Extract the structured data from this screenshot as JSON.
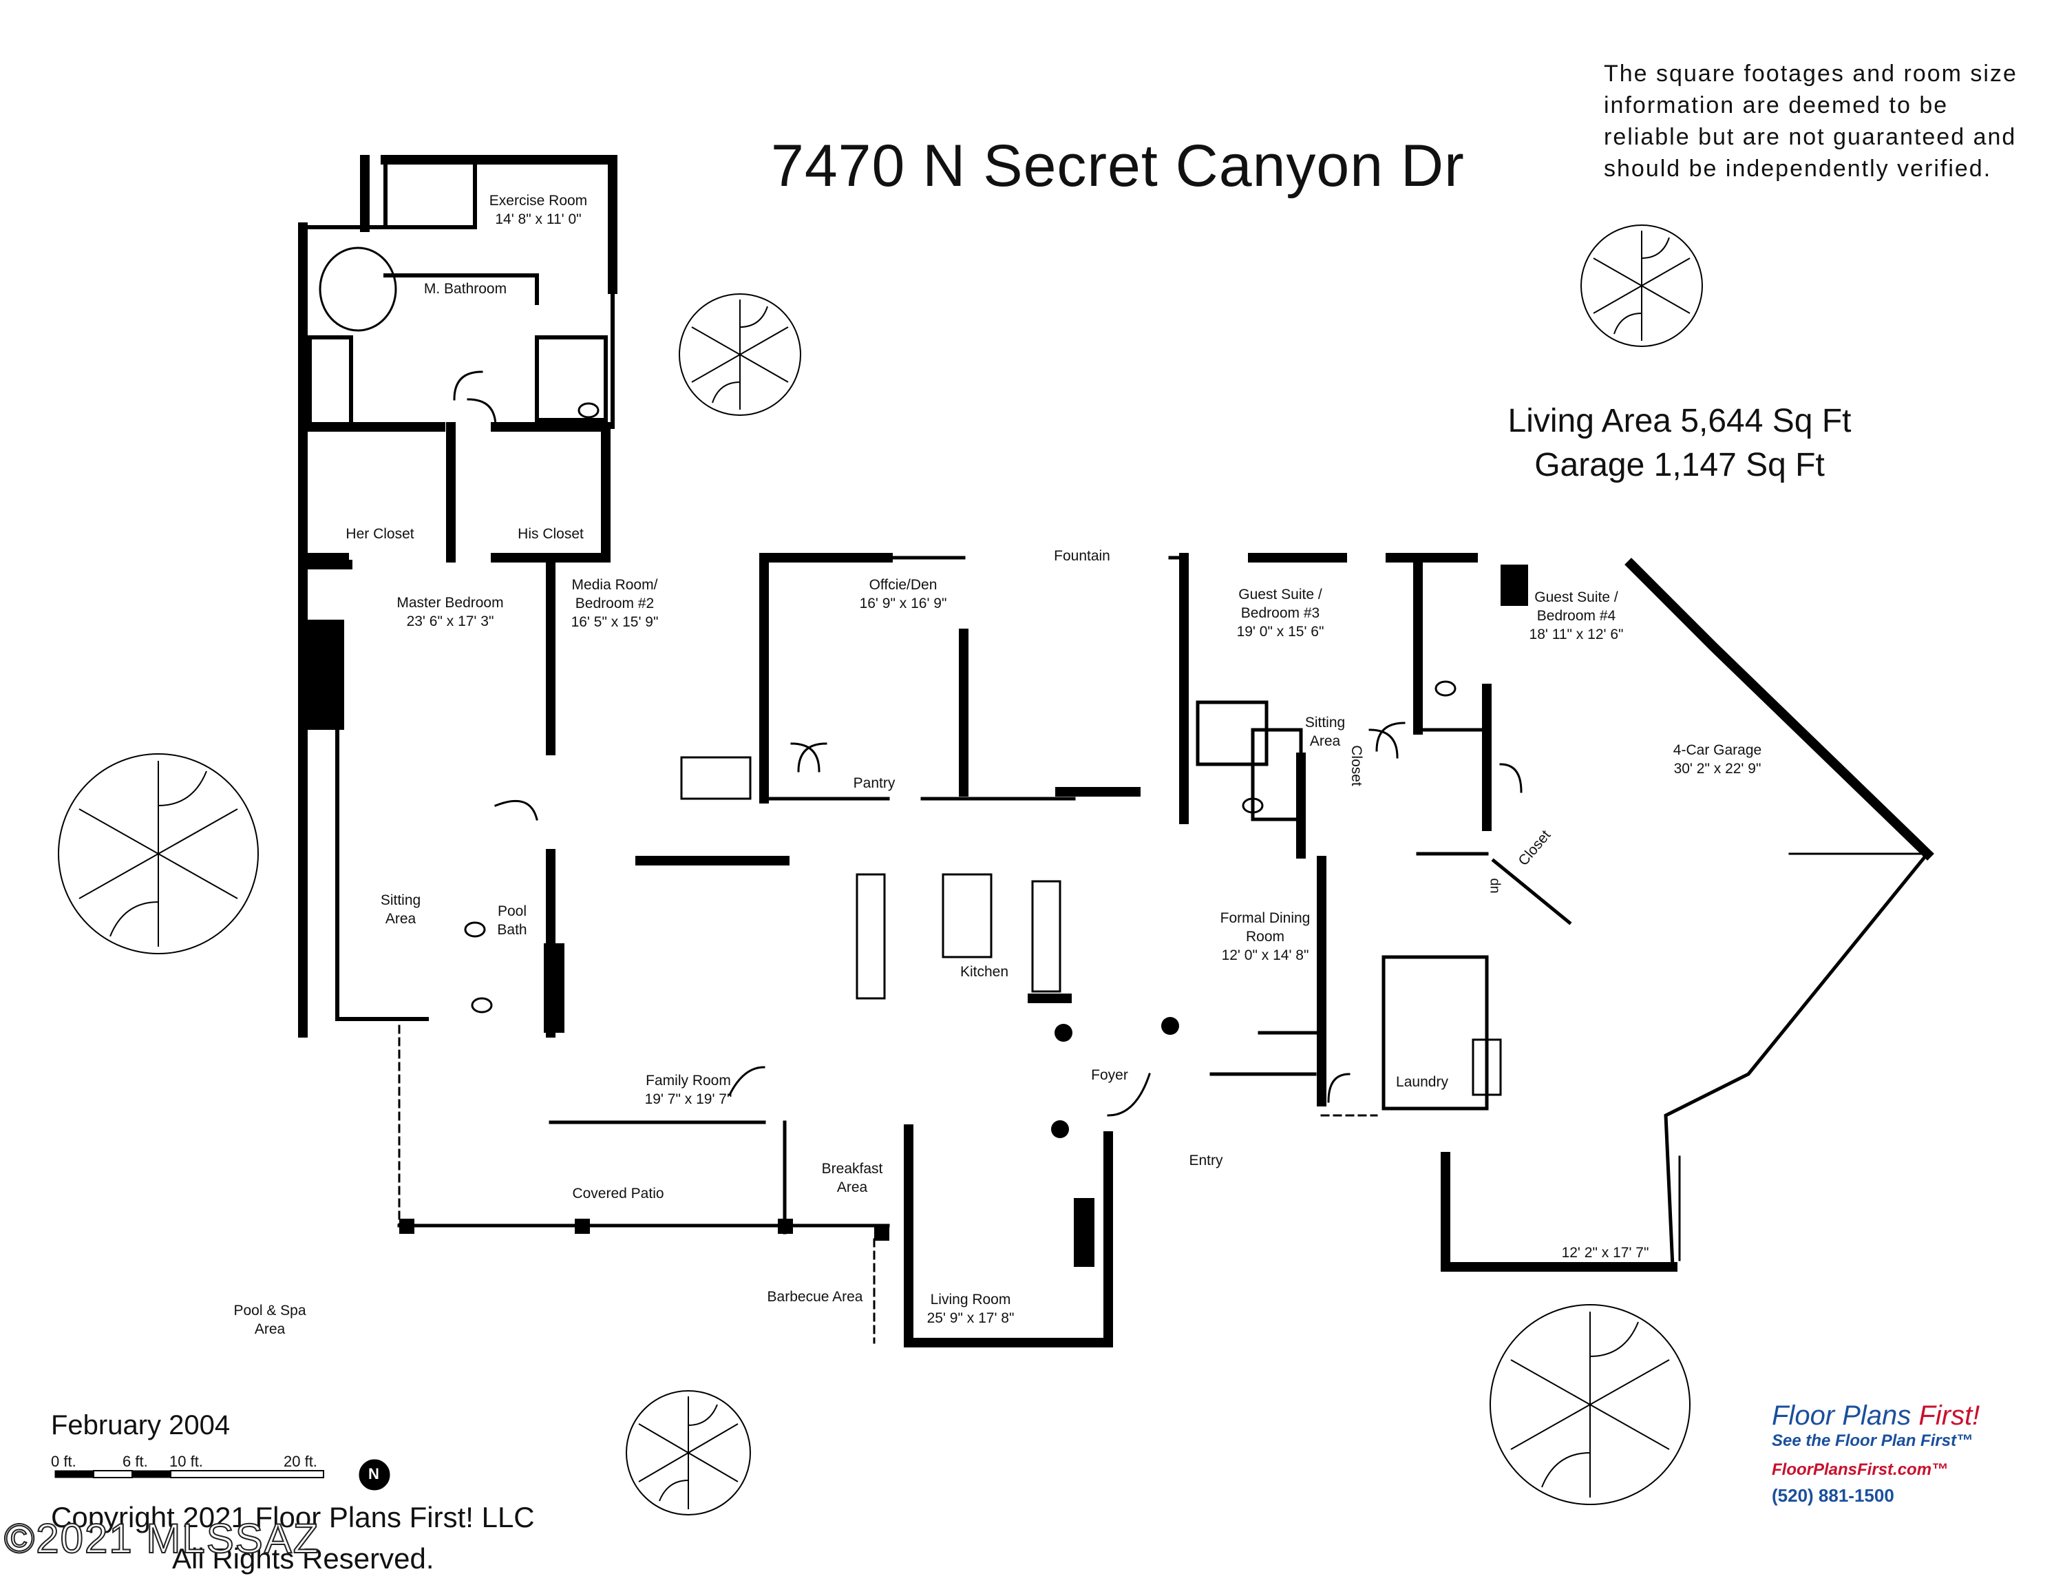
{
  "title": "7470 N Secret Canyon Dr",
  "disclaimer": "The square footages and room size information are deemed to be reliable but are not guaranteed and should be independently verified.",
  "living_area": "Living Area 5,644 Sq Ft",
  "garage_area": "Garage 1,147 Sq Ft",
  "rooms": [
    {
      "id": "exercise",
      "lines": [
        "Exercise Room",
        "14' 8\" x 11' 0\""
      ]
    },
    {
      "id": "mbath",
      "lines": [
        "M. Bathroom"
      ]
    },
    {
      "id": "hercloset",
      "lines": [
        "Her Closet"
      ]
    },
    {
      "id": "hiscloset",
      "lines": [
        "His Closet"
      ]
    },
    {
      "id": "master",
      "lines": [
        "Master Bedroom",
        "23' 6\" x 17' 3\""
      ]
    },
    {
      "id": "media",
      "lines": [
        "Media Room/",
        "Bedroom #2",
        "16' 5\" x 15' 9\""
      ]
    },
    {
      "id": "office",
      "lines": [
        "Offcie/Den",
        "16' 9\" x 16' 9\""
      ]
    },
    {
      "id": "fountain",
      "lines": [
        "Fountain"
      ]
    },
    {
      "id": "guest3",
      "lines": [
        "Guest Suite /",
        "Bedroom #3",
        "19' 0\" x 15' 6\""
      ]
    },
    {
      "id": "guest4",
      "lines": [
        "Guest Suite /",
        "Bedroom #4",
        "18' 11\" x 12' 6\""
      ]
    },
    {
      "id": "sittingarea2",
      "lines": [
        "Sitting",
        "Area"
      ]
    },
    {
      "id": "garage",
      "lines": [
        "4-Car Garage",
        "30' 2\" x 22' 9\""
      ]
    },
    {
      "id": "pantry",
      "lines": [
        "Pantry"
      ]
    },
    {
      "id": "sitting",
      "lines": [
        "Sitting",
        "Area"
      ]
    },
    {
      "id": "poolbath",
      "lines": [
        "Pool",
        "Bath"
      ]
    },
    {
      "id": "kitchen",
      "lines": [
        "Kitchen"
      ]
    },
    {
      "id": "dining",
      "lines": [
        "Formal Dining",
        "Room",
        "12' 0\" x 14' 8\""
      ]
    },
    {
      "id": "family",
      "lines": [
        "Family Room",
        "19' 7\"  x  19' 7\""
      ]
    },
    {
      "id": "foyer",
      "lines": [
        "Foyer"
      ]
    },
    {
      "id": "entry",
      "lines": [
        "Entry"
      ]
    },
    {
      "id": "laundry",
      "lines": [
        "Laundry"
      ]
    },
    {
      "id": "breakfast",
      "lines": [
        "Breakfast",
        "Area"
      ]
    },
    {
      "id": "patio",
      "lines": [
        "Covered Patio"
      ]
    },
    {
      "id": "barbecue",
      "lines": [
        "Barbecue Area"
      ]
    },
    {
      "id": "living",
      "lines": [
        "Living Room",
        "25' 9\" x 17' 8\""
      ]
    },
    {
      "id": "pool",
      "lines": [
        "Pool & Spa",
        "Area"
      ]
    },
    {
      "id": "garage2",
      "lines": [
        "12' 2\" x 17' 7\""
      ]
    }
  ],
  "vertical_labels": {
    "closet_left": "Closet",
    "closet_right": "Closet",
    "up": "up"
  },
  "date": "February 2004",
  "scale": {
    "s0": "0 ft.",
    "s6": "6 ft.",
    "s10": "10 ft.",
    "s20": "20 ft.",
    "north": "N"
  },
  "copyright": [
    "Copyright 2021 Floor Plans First! LLC",
    "All Rights Reserved."
  ],
  "watermark": "©2021 MLSSAZ",
  "brand": {
    "name": "Floor Plans ",
    "accent": "First!",
    "tagline": "See the Floor Plan First™",
    "url": "FloorPlansFirst.com™",
    "phone": "(520) 881-1500"
  },
  "colors": {
    "wall": "#000000",
    "brand_blue": "#1a4f9c",
    "brand_red": "#c8102e"
  }
}
